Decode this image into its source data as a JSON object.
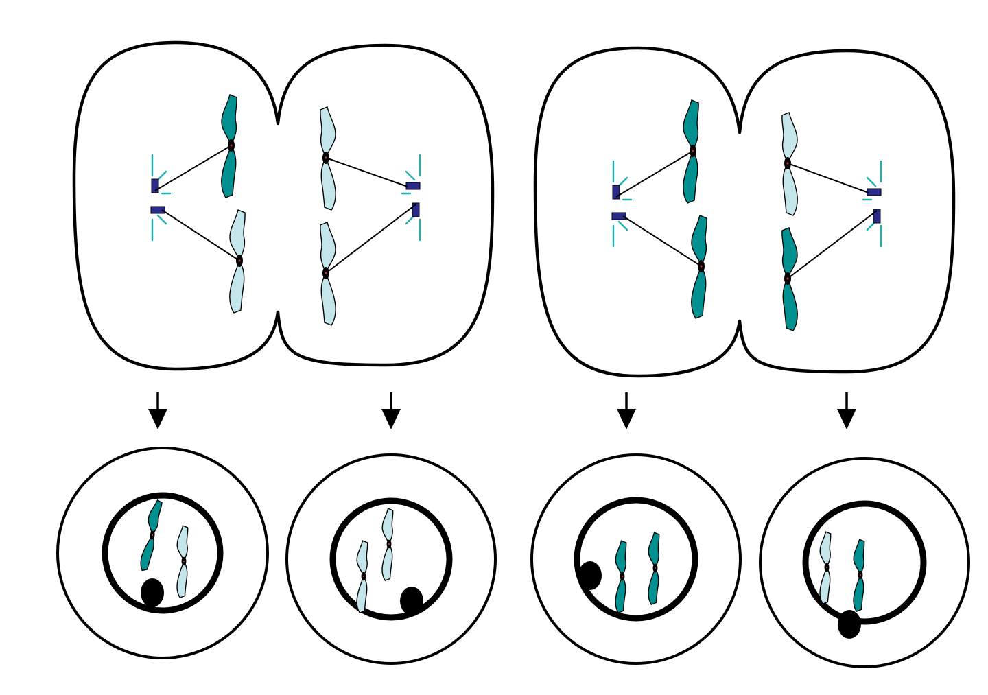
{
  "figure": {
    "kind": "meiosis-telophase-diagram",
    "background": "#ffffff",
    "colors": {
      "outline": "#000000",
      "chromatid_dark": "#009090",
      "chromatid_light": "#c4e6ea",
      "centrosome": "#2a2a8a",
      "aster": "#20b0b0",
      "centromere": "#000000",
      "nucleolus": "#000000",
      "arrow": "#000000"
    },
    "dividing_cells": [
      {
        "id": "dividing-cell-1",
        "halves": [
          {
            "chromosomes": [
              "dark",
              "light"
            ]
          },
          {
            "chromosomes": [
              "light",
              "light"
            ]
          }
        ]
      },
      {
        "id": "dividing-cell-2",
        "halves": [
          {
            "chromosomes": [
              "dark",
              "dark"
            ]
          },
          {
            "chromosomes": [
              "light",
              "dark"
            ]
          }
        ]
      }
    ],
    "daughter_cells": [
      {
        "chromosomes": [
          "dark",
          "light"
        ]
      },
      {
        "chromosomes": [
          "light",
          "light"
        ]
      },
      {
        "chromosomes": [
          "dark",
          "dark"
        ]
      },
      {
        "chromosomes": [
          "light",
          "dark"
        ]
      }
    ],
    "arrow_count": 4
  }
}
